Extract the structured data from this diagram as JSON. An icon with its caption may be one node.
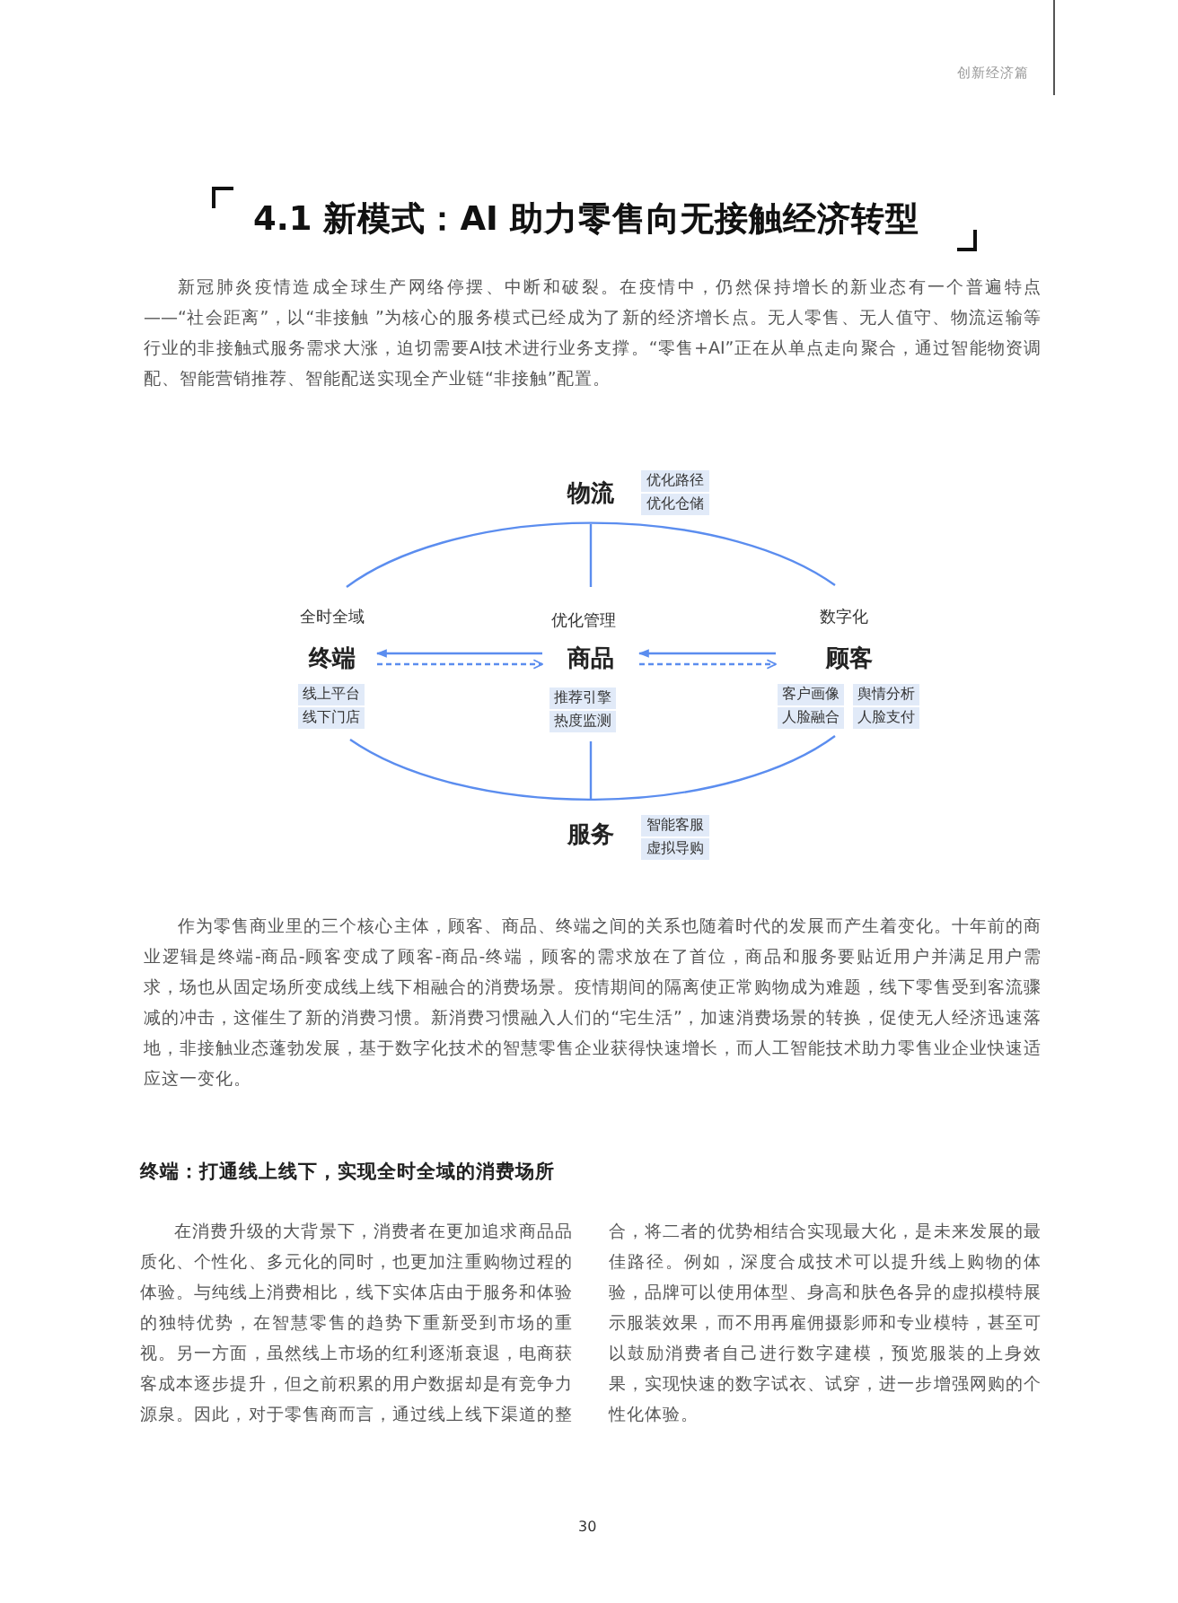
{
  "diagram": {
    "title": "4.1 新模式：AI 助力零售向无接触经济转型",
    "nodes": [
      {
        "text": [
          "物流"
        ]
      },
      {
        "text": [
          "优化路径"
        ],
        "in": 0
      },
      {
        "text": [
          "优化仓储"
        ],
        "in": 0
      },
      {
        "text": [
          "全时全域",
          "终端"
        ]
      },
      {
        "text": [
          "优化管理",
          "商品"
        ]
      },
      {
        "text": [
          "数字化",
          "顾客"
        ]
      },
      {
        "text": [
          "线上平台"
        ],
        "in": 3
      },
      {
        "text": [
          "线下门店"
        ],
        "in": 3
      },
      {
        "text": [
          "推荐引擎"
        ],
        "in": 4
      },
      {
        "text": [
          "热度监测"
        ],
        "in": 4
      },
      {
        "text": [
          "客户画像"
        ],
        "in": 5
      },
      {
        "text": [
          "舆情分析"
        ],
        "in": 5
      },
      {
        "text": [
          "人脸融合"
        ],
        "in": 5
      },
      {
        "text": [
          "人脸支付"
        ],
        "in": 5
      },
      {
        "text": [
          "服务"
        ]
      },
      {
        "text": [
          "智能客服"
        ],
        "in": 14
      },
      {
        "text": [
          "虚拟导购"
        ],
        "in": 14
      }
    ],
    "edges": [
      {
        "from": 3,
        "to": 5,
        "arrow": "none"
      },
      {
        "from": 3,
        "to": 5,
        "arrow": "none"
      },
      {
        "from": 0,
        "to": 4,
        "arrow": "none"
      },
      {
        "from": 4,
        "to": 14,
        "arrow": "none"
      },
      {
        "from": 4,
        "to": 3,
        "arrow": "to"
      },
      {
        "from": 3,
        "to": 4,
        "arrow": "to",
        "style": "dashed"
      },
      {
        "from": 5,
        "to": 4,
        "arrow": "to"
      },
      {
        "from": 4,
        "to": 5,
        "arrow": "to",
        "style": "dashed"
      }
    ],
    "labels": [
      "创新经济篇",
      "新冠肺炎疫情造成全球生产网络停摆、中断和破裂。在疫情中，仍然保持增长的新业态有一个普遍特点——“社会距离”，以“非接触 ”为核心的服务模式已经成为了新的经济增长点。无人零售、无人值守、物流运输等行业的非接触式服务需求大涨，迫切需要AI技术进行业务支撑。“零售+AI”正在从单点走向聚合，通过智能物资调配、智能营销推荐、智能配送实现全产业链“非接触”配置。",
      "作为零售商业里的三个核心主体，顾客、商品、终端之间的关系也随着时代的发展而产生着变化。十年前的商业逻辑是终端-商品-顾客变成了顾客-商品-终端，顾客的需求放在了首位，商品和服务要贴近用户并满足用户需求，场也从固定场所变成线上线下相融合的消费场景。疫情期间的隔离使正常购物成为难题，线下零售受到客流骤减的冲击，这催生了新的消费习惯。新消费习惯融入人们的“宅生活”，加速消费场景的转换，促使无人经济迅速落地，非接触业态蓬勃发展，基于数字化技术的智慧零售企业获得快速增长，而人工智能技术助力零售业企业快速适应这一变化。",
      "终端：打通线上线下，实现全时全域的消费场所",
      "在消费升级的大背景下，消费者在更加追求商品品质化、个性化、多元化的同时，也更加注重购物过程的体验。与纯线上消费相比，线下实体店由于服务和体验的独特优势，在智慧零售的趋势下重新受到市场的重视。另一方面，虽然线上市场的红利逐渐衰退，电商获客成本逐步提升，但之前积累的用户数据却是有竞争力源泉。因此，对于零售商而言，通过线上线下渠道的整合，将二者的优势相结合实现最大化，是未来发展的最佳路径。例如，深度合成技术可以提升线上购物的体验，品牌可以使用体型、身高和肤色各异的虚拟模特展示服装效果，而不用再雇佣摄影师和专业模特，甚至可以鼓励消费者自己进行数字建模，预览服装的上身效果，实现快速的数字试衣、试穿，进一步增强网购的个性化体验。",
      "30"
    ]
  }
}
